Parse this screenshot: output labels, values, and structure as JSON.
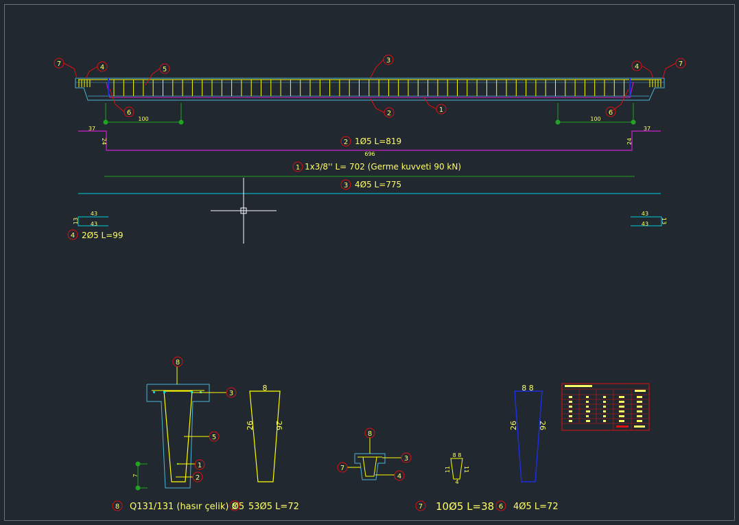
{
  "callouts": {
    "c1": "1",
    "c2": "2",
    "c3": "3",
    "c4": "4",
    "c5": "5",
    "c6": "6",
    "c7": "7",
    "c8": "8"
  },
  "bars": {
    "bar2": "1Ø5 L=819",
    "bar1": "1x3/8'' L= 702 (Germe kuvveti 90 kN)",
    "bar3": "4Ø5 L=775",
    "bar4": "2Ø5 L=99",
    "bar8": "Q131/131 (hasır çelik) Ø5",
    "bar5": "53Ø5 L=72",
    "bar7": "10Ø5 L=38",
    "bar6": "4Ø5 L=72"
  },
  "dims": {
    "d37": "37",
    "d24": "24",
    "d696": "696",
    "d100": "100",
    "d43": "43",
    "d13": "13",
    "d8": "8",
    "d26": "26",
    "d7": "7",
    "d88": "8 8",
    "d11": "11",
    "d4": "4"
  },
  "colors": {
    "background": "#212830",
    "rebar": "#ffff00",
    "concrete": "#4fb5d6",
    "stirrup_leader": "#e01010",
    "dim_green": "#21a321",
    "magenta": "#d020d0",
    "cyan": "#00d0e0",
    "blue": "#1a2ee0"
  }
}
